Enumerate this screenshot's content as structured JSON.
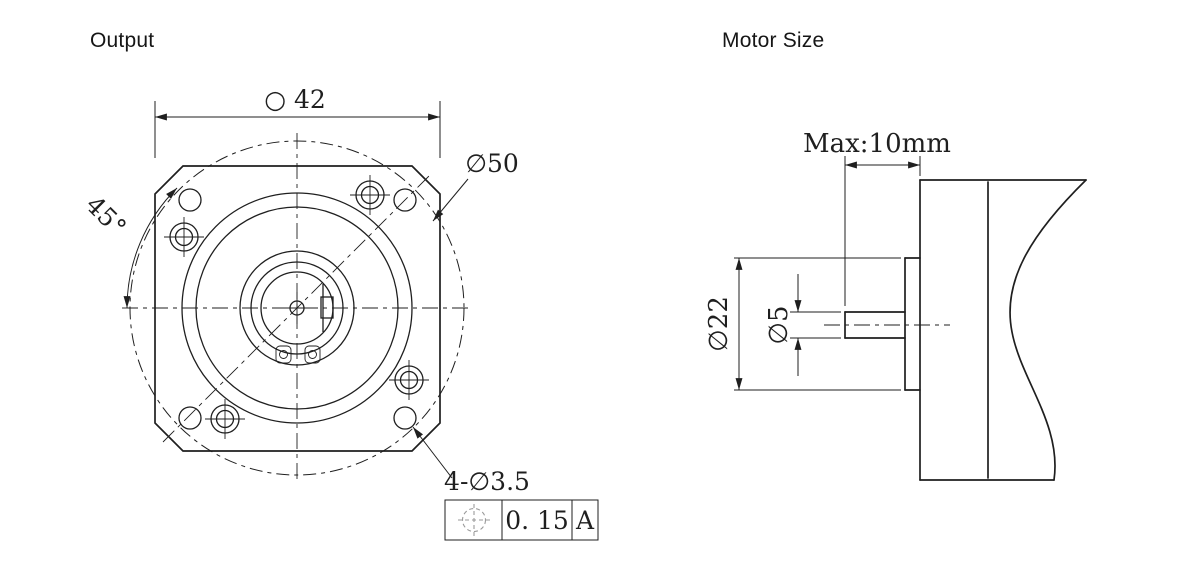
{
  "drawing": {
    "background": "#ffffff",
    "line_color": "#1f1f1f",
    "symbol_gray": "#9a9a9a"
  },
  "titles": {
    "output": "Output",
    "motor_size": "Motor Size"
  },
  "front_view": {
    "dim_square": "○ 42",
    "dim_bolt_circle": "∅50",
    "dim_angle": "45°",
    "dim_holes": "4-∅3.5",
    "tolerance": {
      "symbol_icon": "position-tolerance-icon",
      "value": "0. 15",
      "datum": "A"
    }
  },
  "side_view": {
    "dim_shaft_extension": "Max:10mm",
    "dim_pilot_dia": "∅22",
    "dim_shaft_dia": "∅5"
  }
}
